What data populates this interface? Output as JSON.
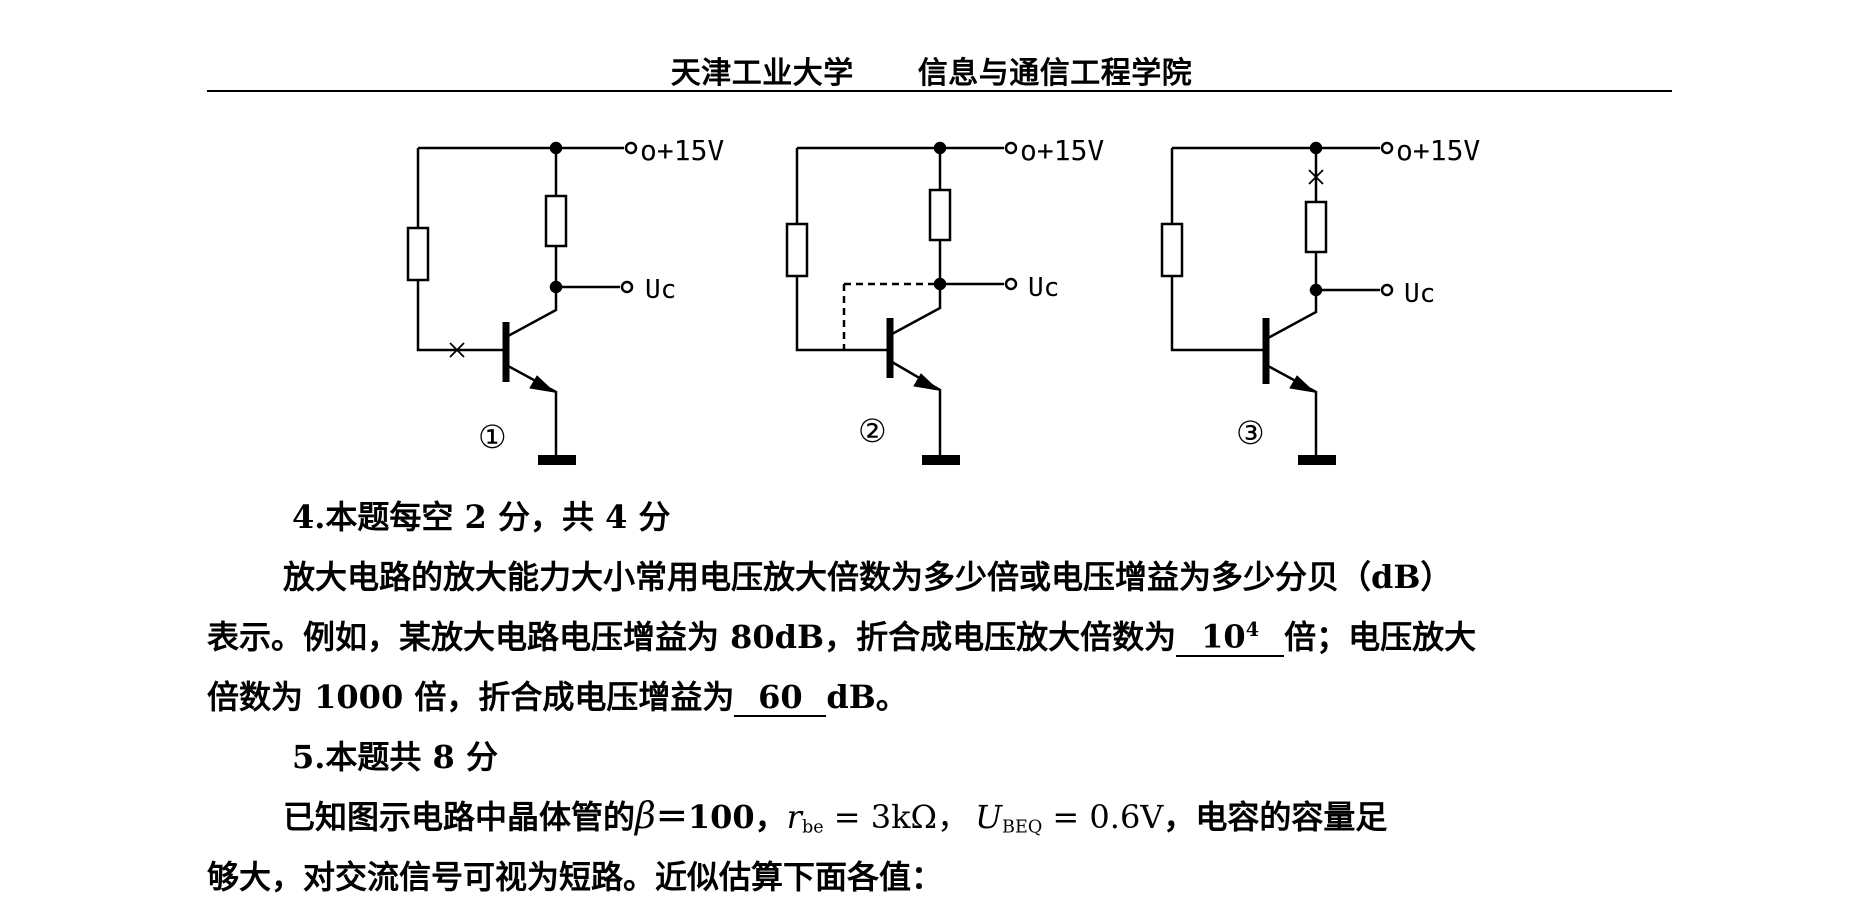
{
  "header": {
    "university": "天津工业大学",
    "college": "信息与通信工程学院"
  },
  "circuits": {
    "supply_label": "o+15V",
    "output_label": "Uc",
    "labels": [
      "①",
      "②",
      "③"
    ]
  },
  "q4": {
    "heading": "4.本题每空 2 分，共 4 分",
    "p1_line1": "放大电路的放大能力大小常用电压放大倍数为多少倍或电压增益为多少分贝（dB）",
    "p1_line2_a": "表示。例如，某放大电路电压增益为 80dB，折合成电压放大倍数为",
    "answer1_base": "10",
    "answer1_exp": "4",
    "p1_line2_b": "倍；电压放大",
    "p1_line3_a": "倍数为 1000 倍，折合成电压增益为",
    "answer2": "60",
    "p1_line3_b": "dB。"
  },
  "q5": {
    "heading": "5.本题共 8 分",
    "p_line1_a": "已知图示电路中晶体管的",
    "beta_sym": "β",
    "beta_val": "＝100，",
    "rbe_sym": "r",
    "rbe_sub": "be",
    "rbe_val": " = 3kΩ，",
    "ubeq_sym": "U",
    "ubeq_sub": "BEQ",
    "ubeq_val": " = 0.6V",
    "p_line1_b": "，电容的容量足",
    "p_line2": "够大，对交流信号可视为短路。近似估算下面各值："
  }
}
